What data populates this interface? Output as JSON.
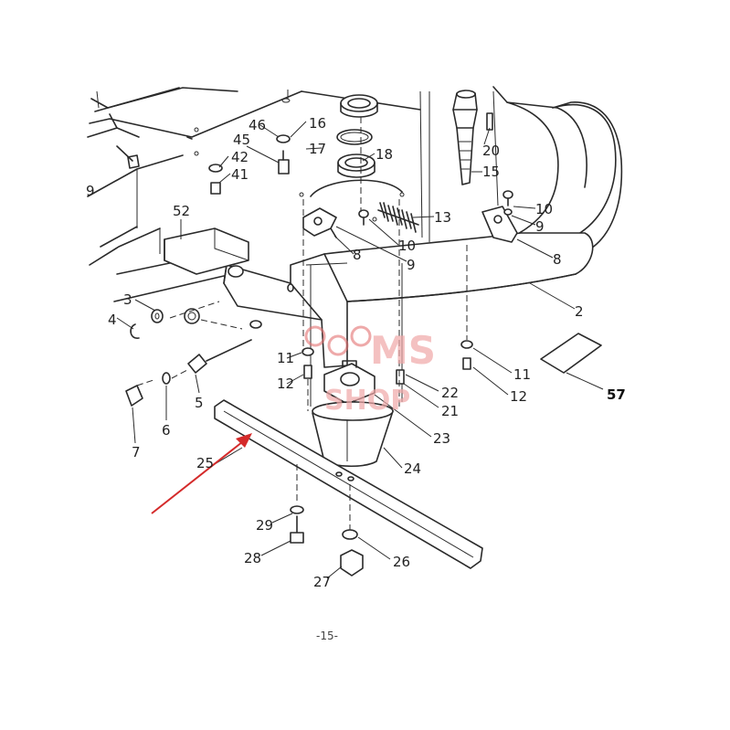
{
  "diagram": {
    "page_label": "-15-",
    "watermark": {
      "line1": "MS",
      "line2": "SHOP",
      "color": "#e36f6f"
    },
    "arrow_color": "#d42a2a",
    "parts": [
      {
        "id": "p2",
        "label": "2"
      },
      {
        "id": "p3",
        "label": "3"
      },
      {
        "id": "p4",
        "label": "4"
      },
      {
        "id": "p5",
        "label": "5"
      },
      {
        "id": "p6",
        "label": "6"
      },
      {
        "id": "p7",
        "label": "7"
      },
      {
        "id": "p8a",
        "label": "8"
      },
      {
        "id": "p8b",
        "label": "8"
      },
      {
        "id": "p9a",
        "label": "9"
      },
      {
        "id": "p9b",
        "label": "9"
      },
      {
        "id": "p9c",
        "label": "9"
      },
      {
        "id": "p10a",
        "label": "10"
      },
      {
        "id": "p10b",
        "label": "10"
      },
      {
        "id": "p11a",
        "label": "11"
      },
      {
        "id": "p11b",
        "label": "11"
      },
      {
        "id": "p12a",
        "label": "12"
      },
      {
        "id": "p12b",
        "label": "12"
      },
      {
        "id": "p13",
        "label": "13"
      },
      {
        "id": "p15",
        "label": "15"
      },
      {
        "id": "p16",
        "label": "16"
      },
      {
        "id": "p17",
        "label": "17"
      },
      {
        "id": "p18",
        "label": "18"
      },
      {
        "id": "p20",
        "label": "20"
      },
      {
        "id": "p21",
        "label": "21"
      },
      {
        "id": "p22",
        "label": "22"
      },
      {
        "id": "p23",
        "label": "23"
      },
      {
        "id": "p24",
        "label": "24"
      },
      {
        "id": "p25",
        "label": "25"
      },
      {
        "id": "p26",
        "label": "26"
      },
      {
        "id": "p27",
        "label": "27"
      },
      {
        "id": "p28",
        "label": "28"
      },
      {
        "id": "p29",
        "label": "29"
      },
      {
        "id": "p41",
        "label": "41"
      },
      {
        "id": "p42",
        "label": "42"
      },
      {
        "id": "p45",
        "label": "45"
      },
      {
        "id": "p46",
        "label": "46"
      },
      {
        "id": "p52",
        "label": "52"
      },
      {
        "id": "p57",
        "label": "57"
      }
    ]
  }
}
